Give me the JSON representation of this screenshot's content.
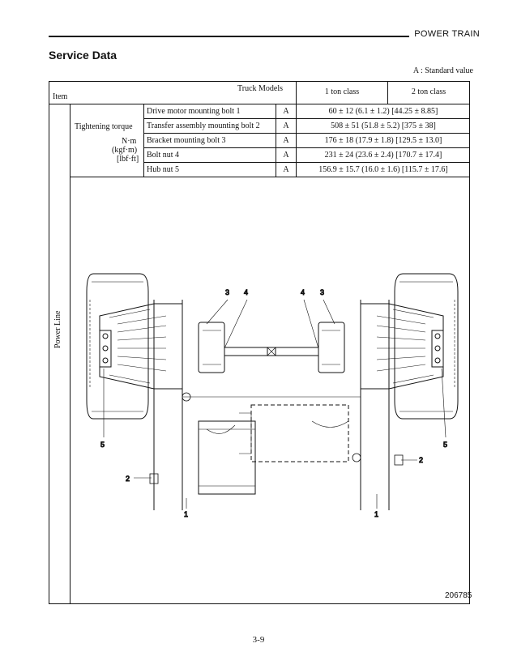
{
  "header": {
    "section": "POWER TRAIN"
  },
  "title": "Service Data",
  "standard_note": "A :  Standard value",
  "table": {
    "item_label": "Item",
    "truck_models_label": "Truck Models",
    "col_1ton": "1 ton class",
    "col_2ton": "2 ton class",
    "group_label": "Power Line",
    "sub_label": "Tightening torque",
    "unit_line1": "N·m",
    "unit_line2": "(kgf·m)",
    "unit_line3": "[lbf·ft]",
    "rows": [
      {
        "name": "Drive motor mounting bolt",
        "num": "1",
        "code": "A",
        "value": "60 ± 12 (6.1 ± 1.2) [44.25 ± 8.85]"
      },
      {
        "name": "Transfer assembly mounting bolt",
        "num": "2",
        "code": "A",
        "value": "508 ± 51 (51.8 ± 5.2) [375 ± 38]"
      },
      {
        "name": "Bracket mounting bolt",
        "num": "3",
        "code": "A",
        "value": "176 ± 18 (17.9 ± 1.8) [129.5 ± 13.0]"
      },
      {
        "name": "Bolt nut",
        "num": "4",
        "code": "A",
        "value": "231 ± 24 (23.6 ± 2.4) [170.7 ± 17.4]"
      },
      {
        "name": "Hub nut",
        "num": "5",
        "code": "A",
        "value": "156.9 ± 15.7 (16.0 ± 1.6) [115.7 ± 17.6]"
      }
    ]
  },
  "diagram": {
    "callouts": {
      "c1": "1",
      "c2": "2",
      "c3": "3",
      "c4": "4",
      "c5": "5"
    }
  },
  "figure_number": "206785",
  "page_number": "3-9"
}
